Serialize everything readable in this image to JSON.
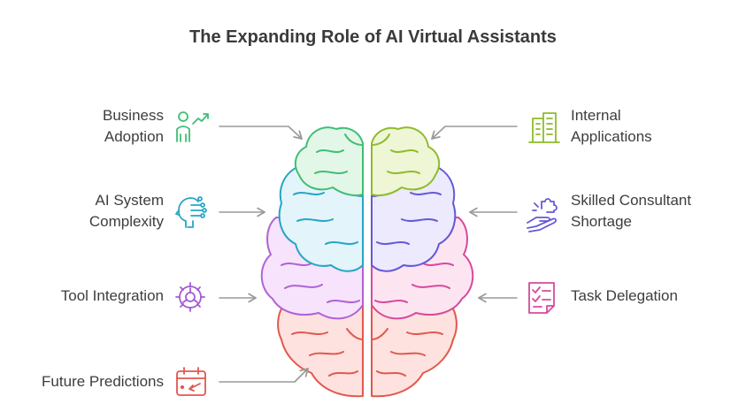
{
  "title": "The Expanding Role of AI Virtual Assistants",
  "left_items": [
    {
      "lines": [
        "Business",
        "Adoption"
      ],
      "icon": "person-growth-icon",
      "color": "#3fbf74"
    },
    {
      "lines": [
        "AI System",
        "Complexity"
      ],
      "icon": "head-circuit-icon",
      "color": "#26a6c4"
    },
    {
      "lines": [
        "Tool Integration"
      ],
      "icon": "gear-icon",
      "color": "#a35bd1"
    },
    {
      "lines": [
        "Future Predictions"
      ],
      "icon": "calendar-icon",
      "color": "#e2584e"
    }
  ],
  "right_items": [
    {
      "lines": [
        "Internal",
        "Applications"
      ],
      "icon": "building-icon",
      "color": "#8fbb2c"
    },
    {
      "lines": [
        "Skilled Consultant",
        "Shortage"
      ],
      "icon": "hand-puzzle-icon",
      "color": "#6459d6"
    },
    {
      "lines": [
        "Task Delegation"
      ],
      "icon": "checklist-icon",
      "color": "#d64a9b"
    }
  ],
  "colors": {
    "green": "#3fbf74",
    "teal": "#26a6c4",
    "purple": "#b062d6",
    "red": "#e2584e",
    "olive": "#8fbb2c",
    "indigo": "#6459d6",
    "pink": "#d64a9b",
    "arrow": "#9a9a9a"
  }
}
